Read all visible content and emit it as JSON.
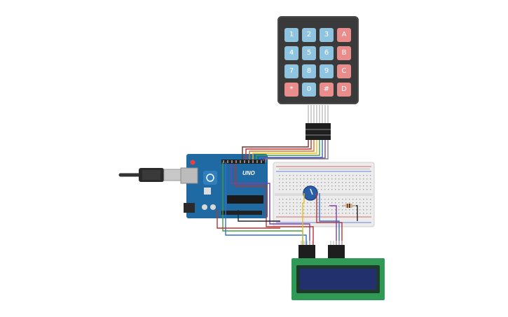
{
  "keypad": {
    "keys": [
      "1",
      "2",
      "3",
      "A",
      "4",
      "5",
      "6",
      "B",
      "7",
      "8",
      "9",
      "C",
      "*",
      "0",
      "#",
      "D"
    ]
  },
  "arduino": {
    "board_label": "UNO"
  },
  "colors": {
    "background": "#ffffff",
    "keypad_body": "#3a3a3a",
    "key_number": "#8fc4e0",
    "key_letter": "#e98c8c",
    "arduino_board": "#1f6aa3",
    "breadboard": "#ececec",
    "lcd_board": "#2e9a55",
    "lcd_screen": "#22306e",
    "potentiometer": "#2b5ea8"
  },
  "wire_colors": [
    "#7a2b2b",
    "#c03030",
    "#e07020",
    "#e0c020",
    "#40a040",
    "#3070d0",
    "#8040a0",
    "#808080"
  ]
}
